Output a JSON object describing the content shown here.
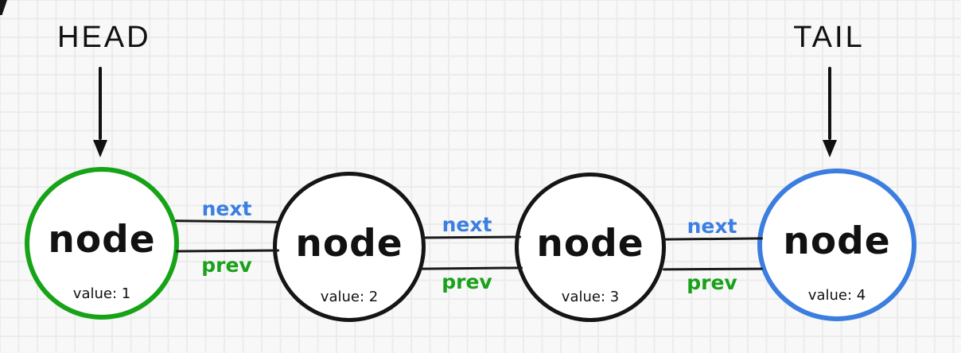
{
  "diagram": {
    "type": "doubly-linked-list",
    "pointers": {
      "head": {
        "label": "HEAD"
      },
      "tail": {
        "label": "TAIL"
      }
    },
    "nodes": [
      {
        "title": "node",
        "value_text": "value: 1",
        "border_color": "#17a317"
      },
      {
        "title": "node",
        "value_text": "value: 2",
        "border_color": "#151515"
      },
      {
        "title": "node",
        "value_text": "value: 3",
        "border_color": "#151515"
      },
      {
        "title": "node",
        "value_text": "value: 4",
        "border_color": "#3b7ee0"
      }
    ],
    "connections": [
      {
        "next_label": "next",
        "prev_label": "prev"
      },
      {
        "next_label": "next",
        "prev_label": "prev"
      },
      {
        "next_label": "next",
        "prev_label": "prev"
      }
    ],
    "colors": {
      "next_label": "#3b7fe0",
      "prev_label": "#1aa11a",
      "line": "#1a1a1a",
      "arrow": "#111111"
    }
  }
}
